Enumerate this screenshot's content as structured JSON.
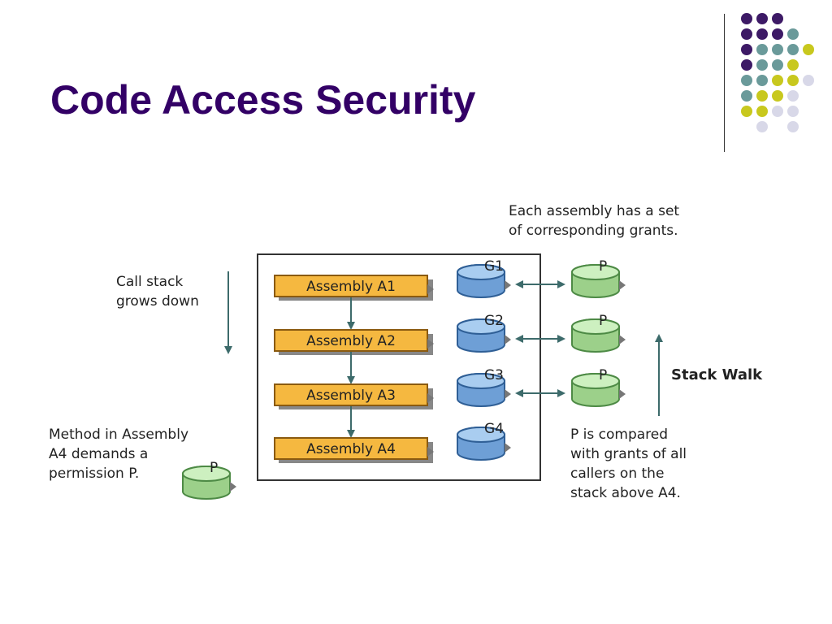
{
  "slide": {
    "title": "Code Access Security",
    "title_color": "#330066"
  },
  "decoration": {
    "dot_colors": {
      "purple": "#3d1a66",
      "teal": "#6a9a9a",
      "yellow": "#c8c81e",
      "lavender": "#d8d8e8"
    }
  },
  "diagram": {
    "annotations": {
      "grants_note": "Each assembly has a set\nof corresponding grants.",
      "call_stack_note": "Call stack\ngrows down",
      "method_note": "Method in Assembly\nA4 demands a\npermission P.",
      "compare_note": "P is compared\nwith grants of all\ncallers on the\nstack above A4.",
      "stack_walk_label": "Stack Walk"
    },
    "assemblies": [
      {
        "label": "Assembly A1",
        "grant": "G1",
        "permission": "P"
      },
      {
        "label": "Assembly A2",
        "grant": "G2",
        "permission": "P"
      },
      {
        "label": "Assembly A3",
        "grant": "G3",
        "permission": "P"
      },
      {
        "label": "Assembly A4",
        "grant": "G4"
      }
    ],
    "demand_permission": "P",
    "colors": {
      "assembly_fill": "#f5b840",
      "assembly_border": "#8a5a10",
      "grant_fill": "#6e9fd6",
      "grant_top": "#a9cdf0",
      "grant_stroke": "#2f5f96",
      "permission_fill": "#9cd08a",
      "permission_top": "#cdf0c0",
      "permission_stroke": "#4d8a45",
      "arrow": "#3d6b6b"
    }
  }
}
